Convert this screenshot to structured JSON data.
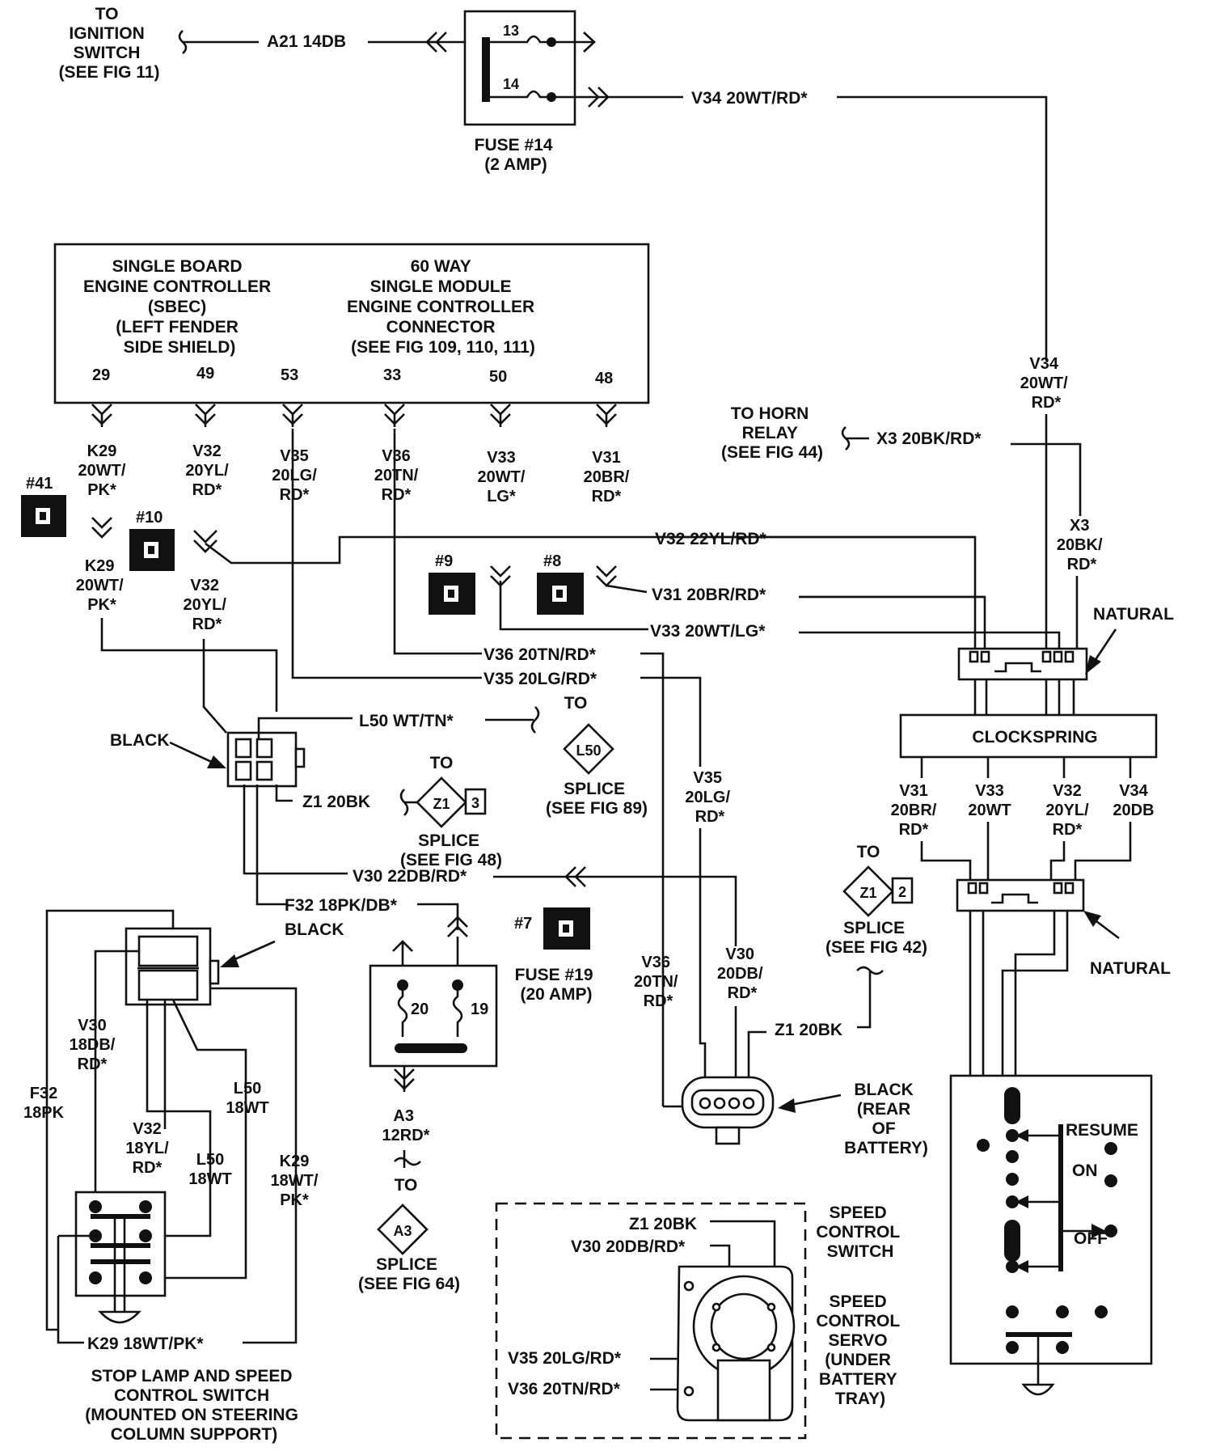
{
  "labels": {
    "to_ignition": [
      "TO",
      "IGNITION",
      "SWITCH",
      "(SEE FIG 11)"
    ],
    "a21": "A21 14DB",
    "fuse14_pin13": "13",
    "fuse14_pin14": "14",
    "fuse14": [
      "FUSE #14",
      "(2 AMP)"
    ],
    "v34_top": "V34 20WT/RD*",
    "sbec": [
      "SINGLE BOARD",
      "ENGINE CONTROLLER",
      "(SBEC)",
      "(LEFT FENDER",
      "SIDE SHIELD)"
    ],
    "conn60": [
      "60 WAY",
      "SINGLE MODULE",
      "ENGINE CONTROLLER",
      "CONNECTOR",
      "(SEE FIG 109, 110, 111)"
    ],
    "pins": [
      "29",
      "49",
      "53",
      "33",
      "50",
      "48"
    ],
    "k29_a": [
      "K29",
      "20WT/",
      "PK*"
    ],
    "v32_a": [
      "V32",
      "20YL/",
      "RD*"
    ],
    "v35_a": [
      "V35",
      "20LG/",
      "RD*"
    ],
    "v36_a": [
      "V36",
      "20TN/",
      "RD*"
    ],
    "v33_a": [
      "V33",
      "20WT/",
      "LG*"
    ],
    "v31_a": [
      "V31",
      "20BR/",
      "RD*"
    ],
    "v34_right": [
      "V34",
      "20WT/",
      "RD*"
    ],
    "to_horn": [
      "TO HORN",
      "RELAY",
      "(SEE FIG 44)"
    ],
    "x3": "X3 20BK/RD*",
    "x3_b": [
      "X3",
      "20BK/",
      "RD*"
    ],
    "g41": "#41",
    "g10": "#10",
    "g9": "#9",
    "g8": "#8",
    "g7": "#7",
    "k29_b": [
      "K29",
      "20WT/",
      "PK*"
    ],
    "v32_b": [
      "V32",
      "20YL/",
      "RD*"
    ],
    "v32_22": "V32 22YL/RD*",
    "v31_20": "V31 20BR/RD*",
    "v33_20": "V33 20WT/LG*",
    "v36_20": "V36 20TN/RD*",
    "v35_20": "V35 20LG/RD*",
    "natural_top": "NATURAL",
    "clockspring": "CLOCKSPRING",
    "black_a": "BLACK",
    "l50": "L50 WT/TN*",
    "to_l50": "TO",
    "l50_tag": "L50",
    "splice89": [
      "SPLICE",
      "(SEE FIG 89)"
    ],
    "z1_left": "Z1 20BK",
    "to_z1a": "TO",
    "z1_tag": "Z1",
    "z1_num3": "3",
    "splice48": [
      "SPLICE",
      "(SEE FIG 48)"
    ],
    "v35_mid": [
      "V35",
      "20LG/",
      "RD*"
    ],
    "cs_v31": [
      "V31",
      "20BR/",
      "RD*"
    ],
    "cs_v33": [
      "V33",
      "20WT"
    ],
    "cs_v32": [
      "V32",
      "20YL/",
      "RD*"
    ],
    "cs_v34": [
      "V34",
      "20DB"
    ],
    "to_z1b": "TO",
    "z1_num2": "2",
    "splice42": [
      "SPLICE",
      "(SEE FIG 42)"
    ],
    "v30_22": "V30 22DB/RD*",
    "f32_18": "F32 18PK/DB*",
    "black_b": "BLACK",
    "fuse19_pin20": "20",
    "fuse19_pin19": "19",
    "fuse19": [
      "FUSE #19",
      "(20 AMP)"
    ],
    "v36_low": [
      "V36",
      "20TN/",
      "RD*"
    ],
    "v30_low": [
      "V30",
      "20DB/",
      "RD*"
    ],
    "natural_bot": "NATURAL",
    "z1_mid": "Z1 20BK",
    "black_rear": [
      "BLACK",
      "(REAR",
      "OF",
      "BATTERY)"
    ],
    "v30_18": [
      "V30",
      "18DB/",
      "RD*"
    ],
    "f32_18pk": [
      "F32",
      "18PK"
    ],
    "v32_18": [
      "V32",
      "18YL/",
      "RD*"
    ],
    "l50_18a": [
      "L50",
      "18WT"
    ],
    "l50_18b": [
      "L50",
      "18WT"
    ],
    "k29_18": [
      "K29",
      "18WT/",
      "PK*"
    ],
    "a3": [
      "A3",
      "12RD*"
    ],
    "to_a3": "TO",
    "a3_tag": "A3",
    "splice64": [
      "SPLICE",
      "(SEE FIG 64)"
    ],
    "resume": "RESUME",
    "on": "ON",
    "off": "OFF",
    "k29_bottom": "K29 18WT/PK*",
    "stop_lamp": [
      "STOP LAMP AND SPEED",
      "CONTROL SWITCH",
      "(MOUNTED ON STEERING",
      "COLUMN SUPPORT)"
    ],
    "servo_z1": "Z1 20BK",
    "servo_v30": "V30 20DB/RD*",
    "servo_v35": "V35 20LG/RD*",
    "servo_v36": "V36 20TN/RD*",
    "speed_switch": [
      "SPEED",
      "CONTROL",
      "SWITCH"
    ],
    "speed_servo": [
      "SPEED",
      "CONTROL",
      "SERVO",
      "(UNDER",
      "BATTERY",
      "TRAY)"
    ]
  }
}
